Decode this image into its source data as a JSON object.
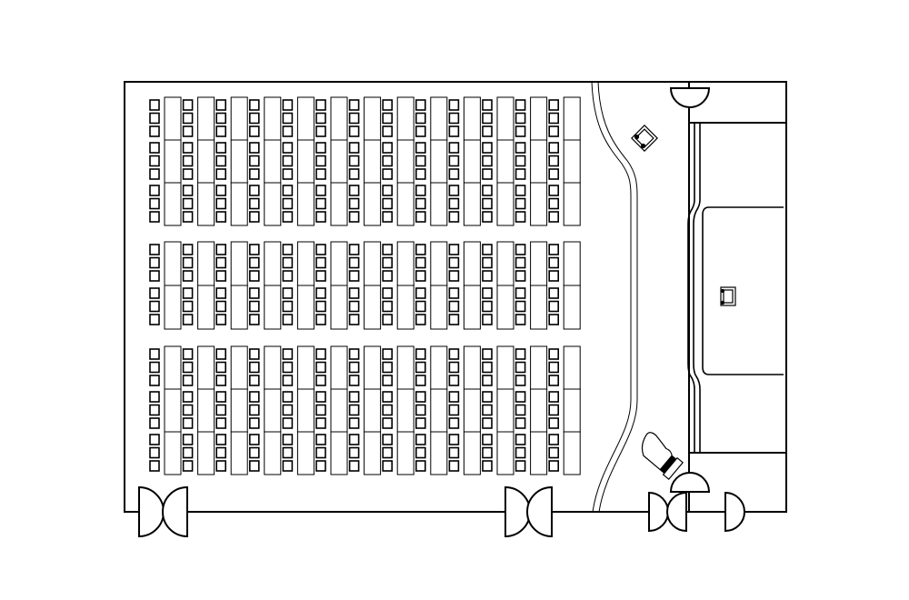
{
  "diagram": {
    "type": "auditorium-floor-plan",
    "colors": {
      "line": "#000000",
      "background": "#ffffff"
    },
    "seating": {
      "columns": 13,
      "blocks": [
        {
          "name": "front-block",
          "chairs_per_column": 9,
          "table_segments": 3
        },
        {
          "name": "middle-block",
          "chairs_per_column": 6,
          "table_segments": 2
        },
        {
          "name": "rear-block",
          "chairs_per_column": 9,
          "table_segments": 3
        }
      ]
    },
    "doors": {
      "double": 3,
      "single": 3
    },
    "fixtures": [
      "lectern-icon",
      "grand-piano-icon",
      "stage-podium-icon"
    ]
  }
}
